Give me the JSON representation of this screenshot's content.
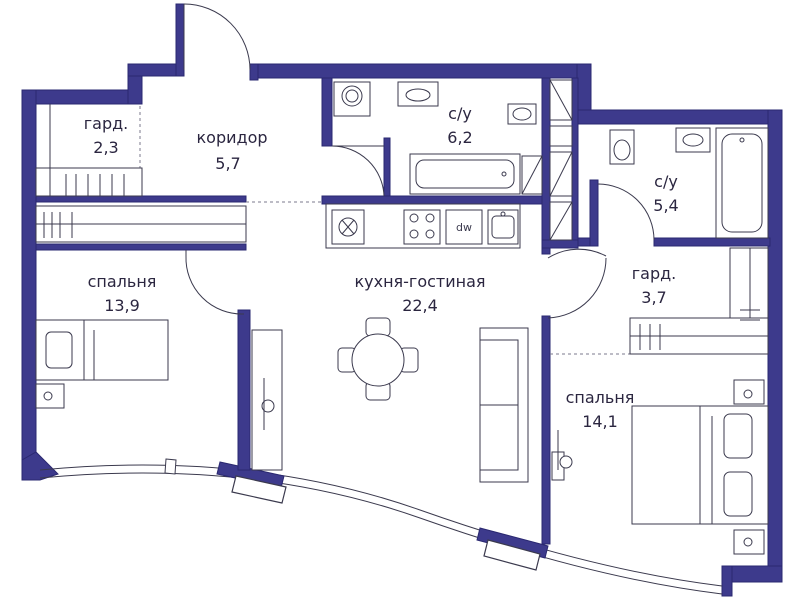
{
  "rooms": {
    "wardrobe_left": {
      "name": "гард.",
      "area": "2,3"
    },
    "corridor": {
      "name": "коридор",
      "area": "5,7"
    },
    "bath_main": {
      "name": "с/у",
      "area": "6,2"
    },
    "bath_second": {
      "name": "с/у",
      "area": "5,4"
    },
    "bedroom_left": {
      "name": "спальня",
      "area": "13,9"
    },
    "kitchen_living": {
      "name": "кухня-гостиная",
      "area": "22,4"
    },
    "wardrobe_right": {
      "name": "гард.",
      "area": "3,7"
    },
    "bedroom_right": {
      "name": "спальня",
      "area": "14,1"
    }
  },
  "fixtures": {
    "dishwasher_label": "dw"
  },
  "colors": {
    "wall": "#3d3a8c",
    "line": "#3b3a4e",
    "background": "#ffffff"
  }
}
